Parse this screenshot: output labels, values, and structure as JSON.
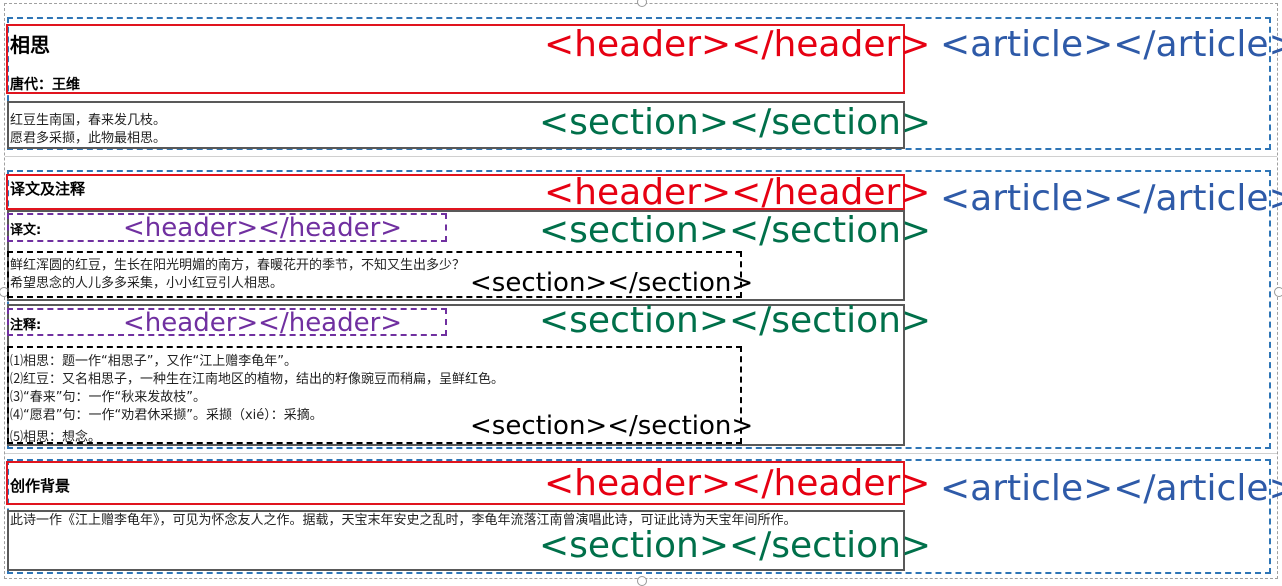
{
  "tags": {
    "header": "<header></header>",
    "section": "<section></section>",
    "article": "<article></article>"
  },
  "poem": {
    "title": "相思",
    "author": "唐代：王维",
    "lines": [
      "红豆生南国，春来发几枝。",
      "愿君多采撷，此物最相思。"
    ]
  },
  "translation_notes": {
    "title": "译文及注释",
    "translation_label": "译文:",
    "translation_lines": [
      "鲜红浑圆的红豆，生长在阳光明媚的南方，春暖花开的季节，不知又生出多少？",
      "希望思念的人儿多多采集，小小红豆引人相思。"
    ],
    "notes_label": "注释:",
    "notes_lines": [
      "⑴相思：题一作“相思子”，又作“江上赠李龟年”。",
      "⑵红豆：又名相思子，一种生在江南地区的植物，结出的籽像豌豆而稍扁，呈鲜红色。",
      "⑶“春来”句：一作“秋来发故枝”。",
      "⑷“愿君”句：一作“劝君休采撷”。采撷（xié）：采摘。",
      "⑸相思：想念。"
    ]
  },
  "background": {
    "title": "创作背景",
    "text": "此诗一作《江上赠李龟年》，可见为怀念友人之作。据载，天宝末年安史之乱时，李龟年流落江南曾演唱此诗，可证此诗为天宝年间所作。"
  },
  "colors": {
    "header": "#e60012",
    "section": "#00704a",
    "article": "#2e5aa8",
    "inner_header": "#7030a0"
  }
}
